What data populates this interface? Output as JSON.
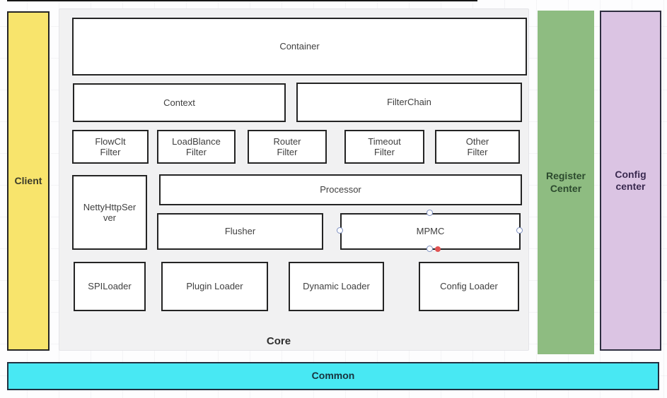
{
  "nodes": {
    "client": {
      "label": "Client"
    },
    "container": {
      "label": "Container"
    },
    "context": {
      "label": "Context"
    },
    "filterchain": {
      "label": "FilterChain"
    },
    "flowclt": {
      "label": "FlowClt\nFilter"
    },
    "loadblance": {
      "label": "LoadBlance\nFilter"
    },
    "router": {
      "label": "Router\nFilter"
    },
    "timeout": {
      "label": "Timeout\nFilter"
    },
    "other": {
      "label": "Other\nFilter"
    },
    "netty": {
      "label": "NettyHttpSer\nver"
    },
    "processor": {
      "label": "Processor"
    },
    "flusher": {
      "label": "Flusher"
    },
    "mpmc": {
      "label": "MPMC"
    },
    "spiloader": {
      "label": "SPILoader"
    },
    "plugin": {
      "label": "Plugin Loader"
    },
    "dynamic": {
      "label": "Dynamic Loader"
    },
    "config_loader": {
      "label": "Config Loader"
    },
    "core": {
      "label": "Core"
    },
    "register": {
      "label": "Register\nCenter"
    },
    "config_center": {
      "label": "Config\ncenter"
    },
    "common": {
      "label": "Common"
    }
  },
  "selection": {
    "selected_node": "MPMC",
    "handles": [
      "top",
      "left",
      "right",
      "bottom"
    ],
    "endpoint_marker": "red-dot"
  },
  "colors": {
    "client_fill": "#f8e46c",
    "core_fill": "#f1f1f2",
    "register_fill": "#8ebc81",
    "config_center_fill": "#dbc4e3",
    "common_fill": "#48e8f3",
    "shape_fill": "#ffffff",
    "shape_border": "#242424",
    "handle_stroke": "#7d8fc0",
    "endpoint_red": "#e05252"
  }
}
